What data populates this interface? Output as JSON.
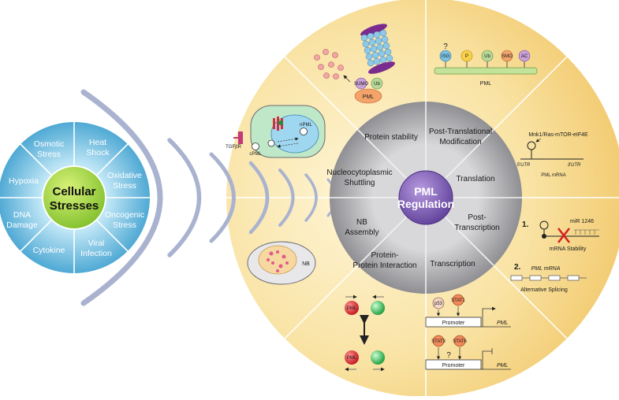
{
  "stresses": {
    "title_line1": "Cellular",
    "title_line2": "Stresses",
    "items": [
      {
        "line1": "Heat",
        "line2": "Shock"
      },
      {
        "line1": "Oxidative",
        "line2": "Stress"
      },
      {
        "line1": "Oncogenic",
        "line2": "Stress"
      },
      {
        "line1": "Viral",
        "line2": "Infection"
      },
      {
        "line1": "Cytokine",
        "line2": ""
      },
      {
        "line1": "DNA",
        "line2": "Damage"
      },
      {
        "line1": "Hypoxia",
        "line2": ""
      },
      {
        "line1": "Osmotic",
        "line2": "Stress"
      }
    ]
  },
  "regulation": {
    "center_line1": "PML",
    "center_line2": "Regulation",
    "sectors": [
      {
        "line1": "Protein stability",
        "line2": ""
      },
      {
        "line1": "Post-Translational",
        "line2": "Modification"
      },
      {
        "line1": "Translation",
        "line2": ""
      },
      {
        "line1": "Post-",
        "line2": "Transcription"
      },
      {
        "line1": "Transcription",
        "line2": ""
      },
      {
        "line1": "Protein-",
        "line2": "Protein Interaction"
      },
      {
        "line1": "NB",
        "line2": "Assembly"
      },
      {
        "line1": "Nucleocytoplasmic",
        "line2": "Shuttling"
      }
    ]
  },
  "panels": {
    "stability": {
      "sumo": "SUMO",
      "ub": "Ub",
      "pml": "PML"
    },
    "ptm": {
      "question": "?",
      "tags": [
        "ISG",
        "P",
        "Ub",
        "SMO",
        "AC"
      ],
      "pml": "PML"
    },
    "translation": {
      "pathway": "Mnk1/Ras-mTOR-eIF4E",
      "utr5": "5'UTR",
      "utr3": "3'UTR",
      "mrna": "PML mRNA"
    },
    "posttx": {
      "n1": "1.",
      "mir": "miR 1246",
      "stability": "mRNA Stability",
      "n2": "2.",
      "mrna": "PML mRNA",
      "splicing": "Alternative Splicing"
    },
    "transcription": {
      "p53": "p53",
      "stat1": "STAT1",
      "promoter": "Promoter",
      "pml": "PML",
      "stat3": "STAT3",
      "stat6": "STAT6",
      "question": "?"
    },
    "interaction": {
      "pml": "PML"
    },
    "nb": {
      "label": "NB"
    },
    "shuttling": {
      "receptor": "TGFβR",
      "cpml": "cPML",
      "npml": "nPML"
    }
  },
  "colors": {
    "stress_blue": "#5bb6dc",
    "stress_green": "#9fd23a",
    "pml_purple": "#7b5cb0",
    "grey_ring": "#a3a3a6",
    "outer_yellow": "#f4d27a",
    "wave": "#a9b3d0"
  }
}
